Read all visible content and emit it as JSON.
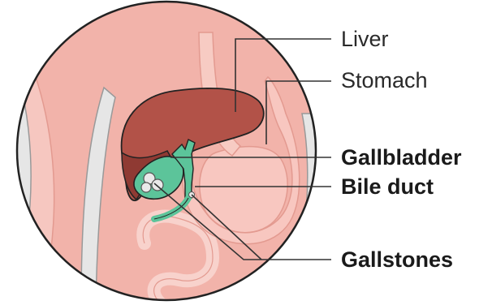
{
  "labels": {
    "liver": "Liver",
    "stomach": "Stomach",
    "gallbladder": "Gallbladder",
    "bile_duct": "Bile duct",
    "gallstones": "Gallstones"
  },
  "colors": {
    "background_tissue": "#f2b3aa",
    "body_outline": "#e9a097",
    "skin_pale": "#f8d2cc",
    "liver": "#b25248",
    "liver_dark": "#8f3a33",
    "stomach": "#f8c7c0",
    "esophagus": "#f7cbc3",
    "gallbladder": "#5cc49a",
    "gallstones": "#e9e9e9",
    "outline": "#222222",
    "bone_white": "#e6e6e6"
  }
}
